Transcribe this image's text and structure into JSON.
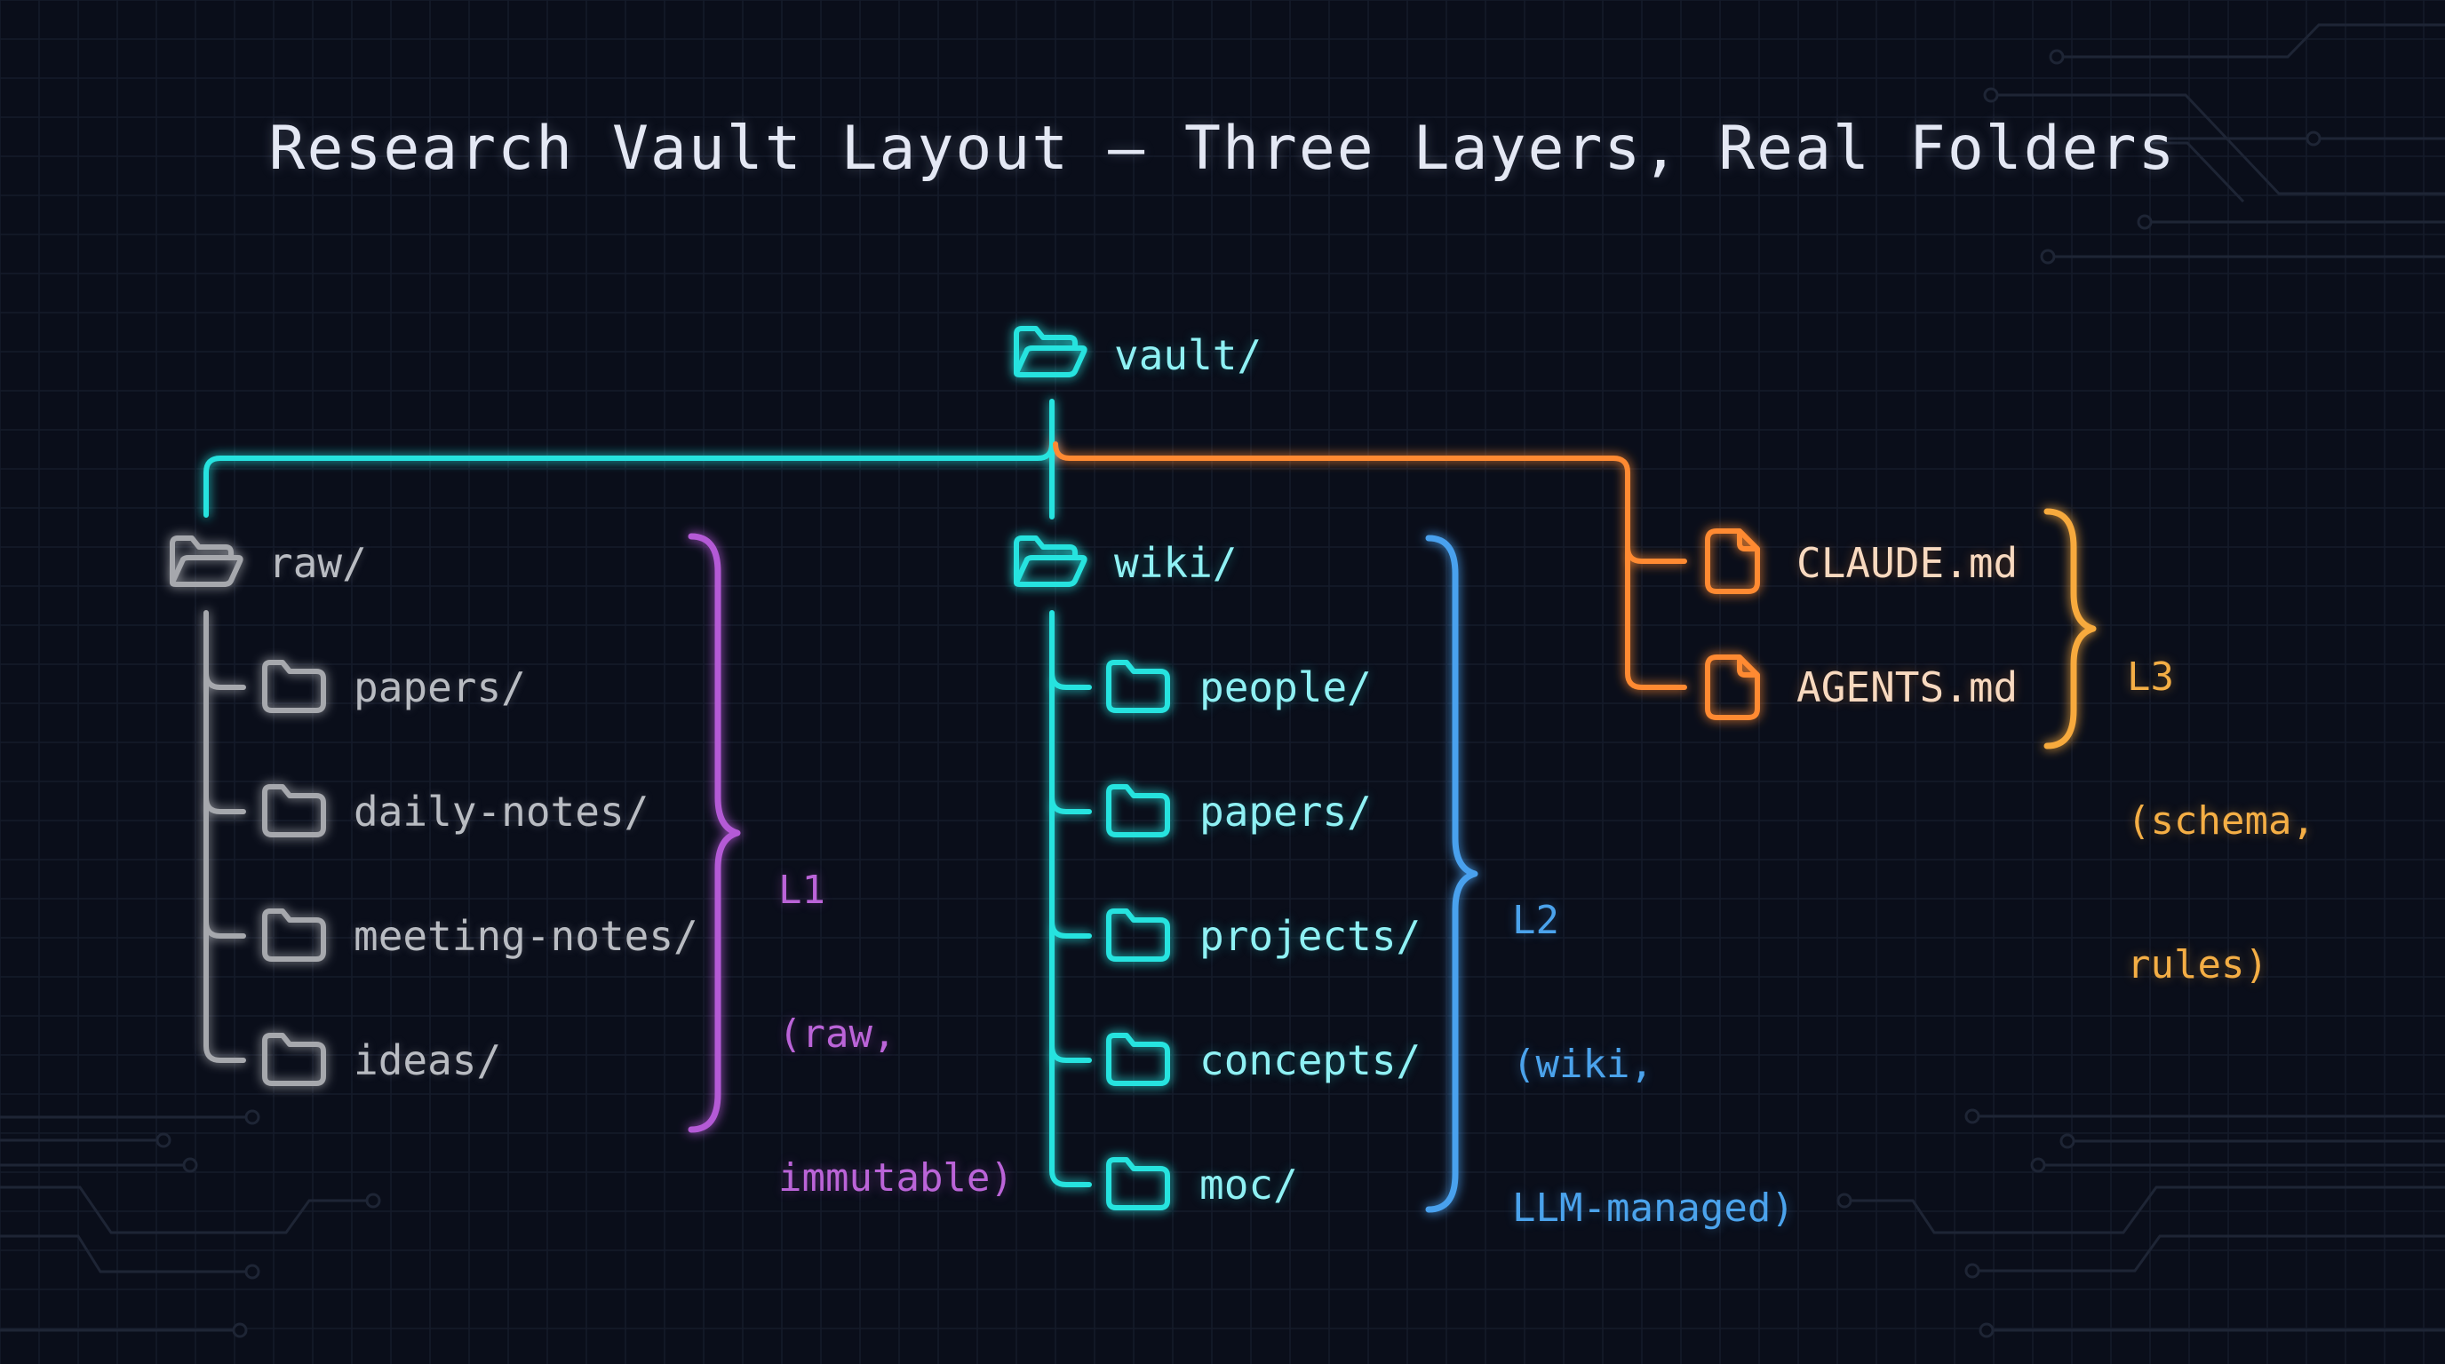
{
  "title": "Research Vault Layout — Three Layers, Real Folders",
  "colors": {
    "background": "#0a0e1a",
    "raw": "#a6a8ad",
    "wiki": "#25e3df",
    "schema": "#ff8a30",
    "l1": "#b45ad6",
    "l2": "#4aa1ee",
    "l3": "#f7aa3c"
  },
  "root": {
    "label": "vault/",
    "icon": "folder-open-icon"
  },
  "branches": [
    {
      "label": "raw/",
      "icon": "folder-open-icon",
      "children": [
        "papers/",
        "daily-notes/",
        "meeting-notes/",
        "ideas/"
      ],
      "layer": {
        "id": "L1",
        "line1": "(raw,",
        "line2": "immutable)"
      }
    },
    {
      "label": "wiki/",
      "icon": "folder-open-icon",
      "children": [
        "people/",
        "papers/",
        "projects/",
        "concepts/",
        "moc/"
      ],
      "layer": {
        "id": "L2",
        "line1": "(wiki,",
        "line2": "LLM-managed)"
      }
    },
    {
      "label": "",
      "icon": "file-icon",
      "children": [
        "CLAUDE.md",
        "AGENTS.md"
      ],
      "layer": {
        "id": "L3",
        "line1": "(schema,",
        "line2": "rules)"
      }
    }
  ]
}
